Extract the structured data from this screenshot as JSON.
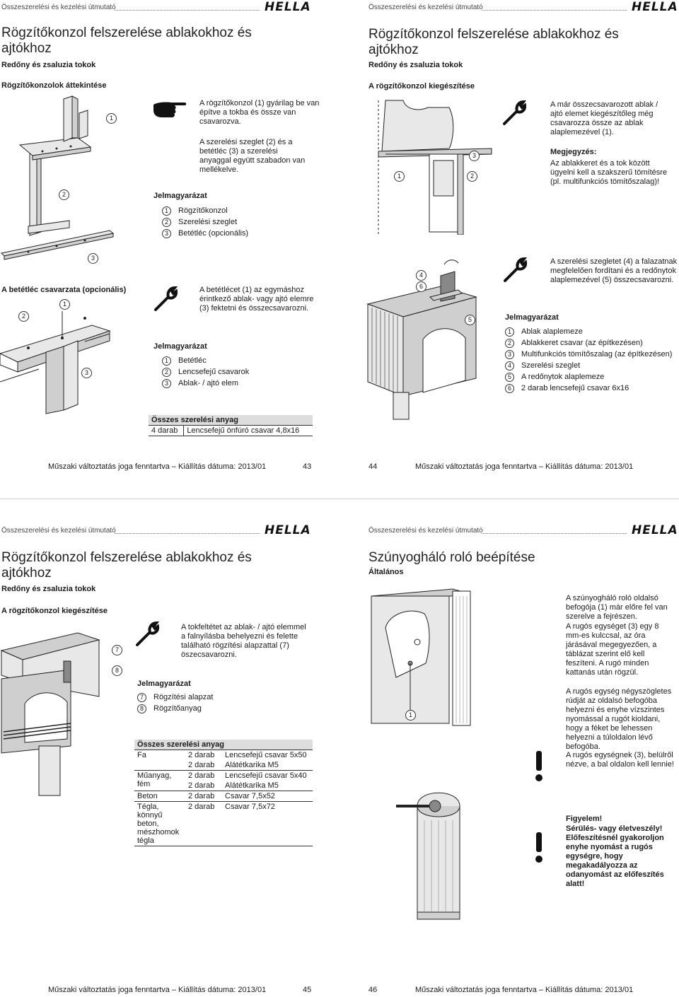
{
  "header": {
    "manual": "Összeszerelési és kezelési útmutató",
    "brand": "HELLA"
  },
  "footer": {
    "notice": "Műszaki változtatás joga fenntartva – Kiállítás dátuma: 2013/01"
  },
  "p43": {
    "title": "Rögzítőkonzol felszerelése ablakokhoz és ajtókhoz",
    "subtitle": "Redőny és zsaluzia tokok",
    "section": "Rögzítőkonzolok áttekintése",
    "note1": "A rögzítőkonzol (1) gyárilag be van építve a tokba és össze van csavarozva.",
    "note2": "A szerelési szeglet (2) és a betétléc (3) a szerelési anyaggal együtt szabadon van mellékelve.",
    "legend_title": "Jelmagyarázat",
    "legend": [
      {
        "n": "1",
        "t": "Rögzítőkonzol"
      },
      {
        "n": "2",
        "t": "Szerelési szeglet"
      },
      {
        "n": "3",
        "t": "Betétléc (opcionális)"
      }
    ],
    "section2": "A betétléc csavarzata (opcionális)",
    "note3": "A betétlécet (1) az egymáshoz érintkező ablak- vagy ajtó elemre (3) fektetni és összecsavarozni.",
    "legend2_title": "Jelmagyarázat",
    "legend2": [
      {
        "n": "1",
        "t": "Betétléc"
      },
      {
        "n": "2",
        "t": "Lencsefejű csavarok"
      },
      {
        "n": "3",
        "t": "Ablak- / ajtó elem"
      }
    ],
    "mat_title": "Összes szerelési anyag",
    "mat_qty": "4 darab",
    "mat_item": "Lencsefejű önfúró csavar 4,8x16",
    "page": "43",
    "callouts": {
      "a": "1",
      "b": "2",
      "c": "3",
      "d": "2",
      "e": "1",
      "f": "3"
    }
  },
  "p44": {
    "title": "Rögzítőkonzol felszerelése ablakokhoz és ajtókhoz",
    "subtitle": "Redőny és zsaluzia tokok",
    "section": "A rögzítőkonzol kiegészítése",
    "note1": "A már összecsavarozott ablak / ajtó elemet kiegészítőleg még csavarozza össze az ablak alaplemezével (1).",
    "note_label": "Megjegyzés:",
    "note2": "Az ablakkeret és a tok között ügyelni kell a szakszerű tömítésre (pl. multifunkciós tömítőszalag)!",
    "note3": "A szerelési szegletet (4) a falazatnak megfelelően fordítani és a redőnytok alaplemezével (5) összecsavarozni.",
    "legend_title": "Jelmagyarázat",
    "legend": [
      {
        "n": "1",
        "t": "Ablak alaplemeze"
      },
      {
        "n": "2",
        "t": "Ablakkeret csavar (az építkezésen)"
      },
      {
        "n": "3",
        "t": "Multifunkciós tömítőszalag (az építkezésen)"
      },
      {
        "n": "4",
        "t": "Szerelési szeglet"
      },
      {
        "n": "5",
        "t": "A redőnytok alaplemeze"
      },
      {
        "n": "6",
        "t": "2 darab lencsefejű csavar 6x16"
      }
    ],
    "page": "44",
    "callouts": {
      "a": "3",
      "b": "1",
      "c": "2",
      "d": "4",
      "e": "6",
      "f": "5"
    }
  },
  "p45": {
    "title": "Rögzítőkonzol felszerelése ablakokhoz és ajtókhoz",
    "subtitle": "Redőny és zsaluzia tokok",
    "section": "A rögzítőkonzol kiegészítése",
    "note1": "A tokfeltétet az ablak- / ajtó elemmel a falnyílásba behelyezni és felette található rögzítési alapzattal (7) öszecsavarozni.",
    "legend_title": "Jelmagyarázat",
    "legend": [
      {
        "n": "7",
        "t": "Rögzítési alapzat"
      },
      {
        "n": "8",
        "t": "Rögzítőanyag"
      }
    ],
    "mat_title": "Összes szerelési anyag",
    "mat_rows": [
      {
        "a": "Fa",
        "b": "2 darab",
        "c": "Lencsefejű csavar 5x50"
      },
      {
        "a": "",
        "b": "2 darab",
        "c": "Alátétkarika M5"
      },
      {
        "a": "Műanyag, fém",
        "b": "2 darab",
        "c": "Lencsefejű csavar 5x40"
      },
      {
        "a": "",
        "b": "2 darab",
        "c": "Alátétkarika M5"
      },
      {
        "a": "Beton",
        "b": "2 darab",
        "c": "Csavar 7,5x52"
      },
      {
        "a": "Tégla, könnyű beton, mészhomok tégla",
        "b": "2 darab",
        "c": "Csavar 7,5x72"
      }
    ],
    "page": "45",
    "callouts": {
      "a": "7",
      "b": "8"
    }
  },
  "p46": {
    "title": "Szúnyogháló roló beépítése",
    "subtitle": "Általános",
    "text1": "A szúnyogháló roló oldalsó befogója (1) már előre fel van szerelve a fejrészen.",
    "text2": "A rugós egységet (3) egy 8 mm-es kulccsal, az óra járásával megegyezően, a táblázat szerint elő kell feszíteni. A rugó minden kattanás után rögzül.",
    "text3": "A rugós egység  négyszögletes rúdját az oldalsó befogóba helyezni és enyhe vízszintes nyomással a rugót kioldani, hogy a féket be lehessen helyezni a túloldalon lévő befogóba.",
    "text4": "A rugós egységnek (3), belülről nézve, a bal oldalon kell lennie!",
    "warn_title": "Figyelem!",
    "warn_body": "Sérülés- vagy életveszély! Előfeszítésnél gyakoroljon enyhe nyomást a rugós egységre, hogy megakadályozza az odanyomást az előfeszítés alatt!",
    "page": "46",
    "callouts": {
      "a": "1"
    }
  }
}
